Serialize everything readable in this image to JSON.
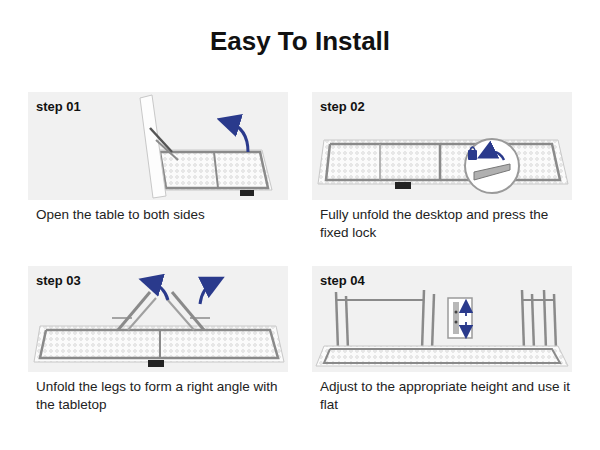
{
  "diagram": {
    "title": "Easy To Install",
    "nodes": [
      {
        "text": [
          "step 01",
          "Open the table to both sides"
        ]
      },
      {
        "text": [
          "step 02",
          "Fully unfold the desktop and press the fixed lock"
        ]
      },
      {
        "text": [
          "step 03",
          "Unfold the legs to form a right angle with the tabletop"
        ]
      },
      {
        "text": [
          "step 04",
          "Adjust to the appropriate height and use it flat"
        ]
      }
    ]
  }
}
